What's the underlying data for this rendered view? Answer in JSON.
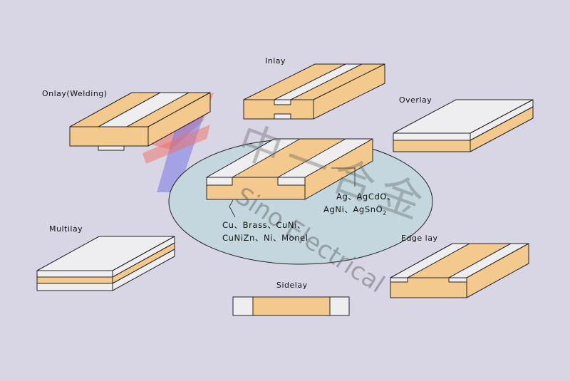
{
  "labels": {
    "onlay": "Onlay(Welding)",
    "inlay": "Inlay",
    "overlay": "Overlay",
    "multilay": "Multilay",
    "sidelay": "Sidelay",
    "edgelay": "Edge lay"
  },
  "materials": {
    "contact_line1": "Ag、AgCdO、",
    "contact_line2": "AgNi、AgSnO",
    "contact_sub": "2",
    "base_line1": "Cu、Brass、CuNi、",
    "base_line2": "CuNiZn、Ni、Monel"
  },
  "watermark": {
    "text": "Sino Electrical",
    "cn": "中一合金"
  },
  "colors": {
    "background": "#d8d6e4",
    "base": "#f3c98e",
    "contact": "#eeeef0",
    "ellipse": "#c4d7de"
  }
}
